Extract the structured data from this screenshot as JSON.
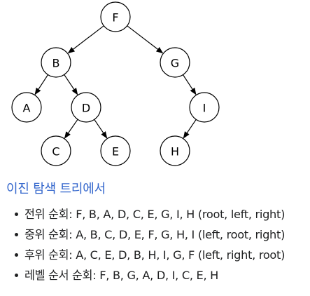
{
  "tree": {
    "nodes": [
      {
        "id": "F",
        "label": "F"
      },
      {
        "id": "B",
        "label": "B"
      },
      {
        "id": "G",
        "label": "G"
      },
      {
        "id": "A",
        "label": "A"
      },
      {
        "id": "D",
        "label": "D"
      },
      {
        "id": "I",
        "label": "I"
      },
      {
        "id": "C",
        "label": "C"
      },
      {
        "id": "E",
        "label": "E"
      },
      {
        "id": "H",
        "label": "H"
      }
    ],
    "edges": [
      [
        "F",
        "B"
      ],
      [
        "F",
        "G"
      ],
      [
        "B",
        "A"
      ],
      [
        "B",
        "D"
      ],
      [
        "D",
        "C"
      ],
      [
        "D",
        "E"
      ],
      [
        "G",
        "I"
      ],
      [
        "I",
        "H"
      ]
    ]
  },
  "caption": "이진 탐색 트리에서",
  "traversals": [
    {
      "text": "전위 순회: F, B, A, D, C, E, G, I, H (root, left, right)"
    },
    {
      "text": "중위 순회: A, B, C, D, E, F, G, H, I (left, root, right)"
    },
    {
      "text": "후위 순회: A, C, E, D, B, H, I, G, F (left, right, root)"
    },
    {
      "text": "레벨 순서 순회: F, B, G, A, D, I, C, E, H"
    }
  ]
}
